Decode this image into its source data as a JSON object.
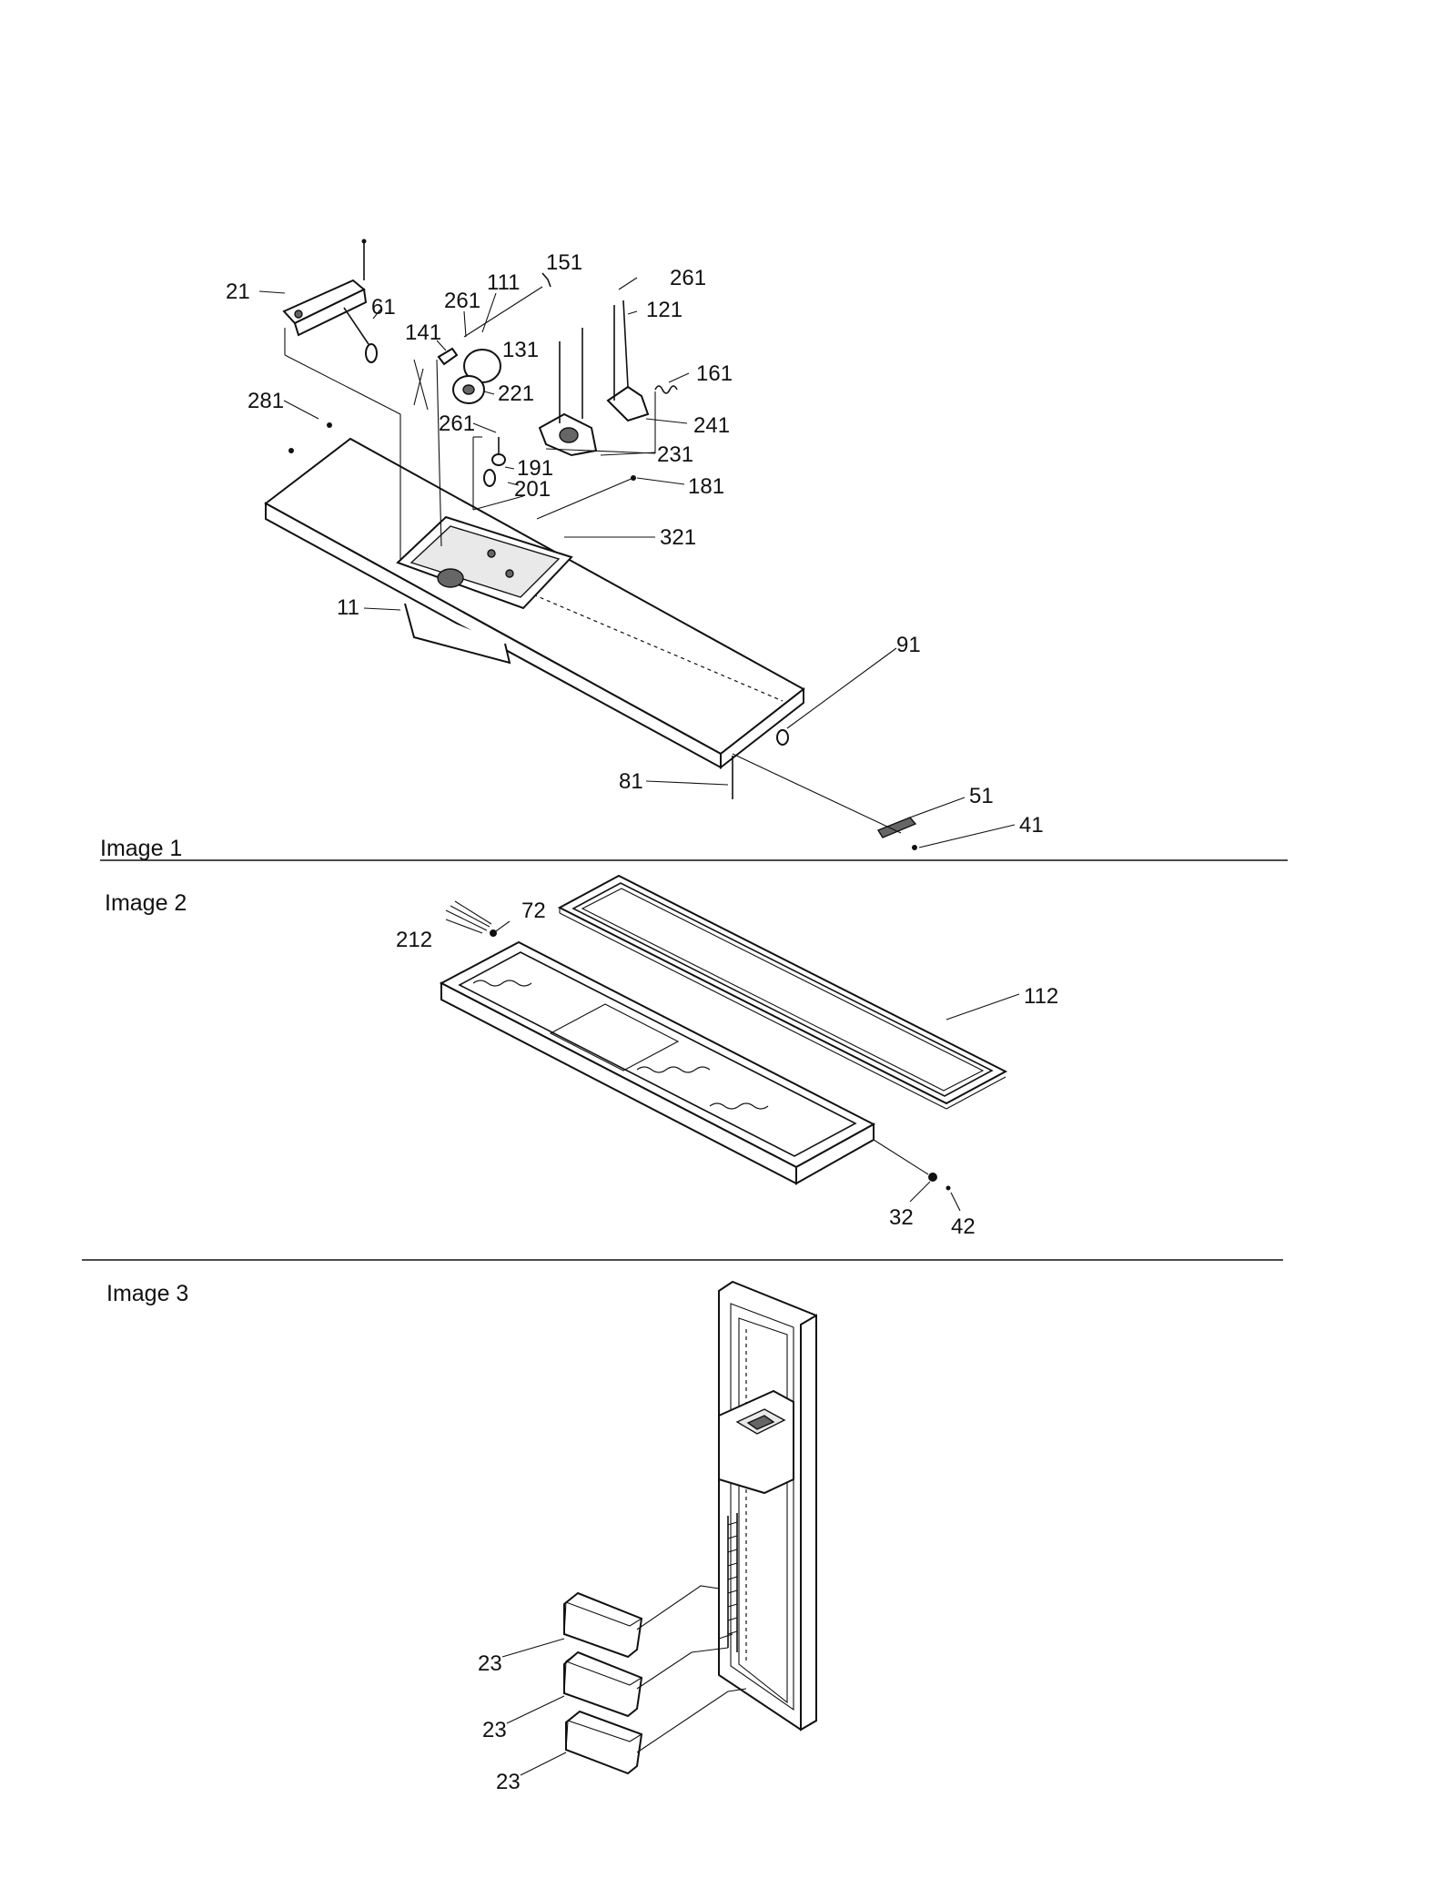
{
  "sections": [
    {
      "label": "Image 1"
    },
    {
      "label": "Image 2"
    },
    {
      "label": "Image 3"
    }
  ],
  "callouts": {
    "c21": "21",
    "c61": "61",
    "c261a": "261",
    "c111": "111",
    "c151": "151",
    "c261b": "261",
    "c121": "121",
    "c141": "141",
    "c131": "131",
    "c161": "161",
    "c221": "221",
    "c281": "281",
    "c261c": "261",
    "c241": "241",
    "c191": "191",
    "c231": "231",
    "c201": "201",
    "c181": "181",
    "c321": "321",
    "c11": "11",
    "c91": "91",
    "c81": "81",
    "c51": "51",
    "c41": "41",
    "c72": "72",
    "c212": "212",
    "c112": "112",
    "c32": "32",
    "c42": "42",
    "c23a": "23",
    "c23b": "23",
    "c23c": "23"
  }
}
